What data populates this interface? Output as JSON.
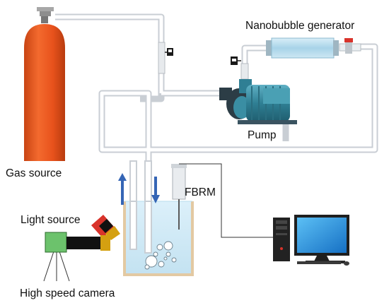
{
  "labels": {
    "gas_source": "Gas source",
    "nanobubble_generator": "Nanobubble generator",
    "pump": "Pump",
    "fbrm": "FBRM",
    "light_source": "Light source",
    "high_speed_camera": "High speed camera"
  },
  "colors": {
    "gas_cylinder": "#e8521c",
    "pipe_stroke": "#c9ced4",
    "pipe_fill": "#ffffff",
    "pump_body": "#3a8ea3",
    "generator_tube": "#b9dced",
    "valve_red": "#d9332b",
    "tank_water": "#cfe7f3",
    "tank_wall": "#e3c9a2",
    "flow_arrow": "#3565b5",
    "camera_body": "#6cc26c",
    "light_source_red": "#d9332b",
    "monitor_screen": "#1e8fdb",
    "computer_case": "#222222"
  },
  "icons": {
    "flowmeter": "flowmeter-icon",
    "valve": "valve-icon",
    "computer": "computer-icon"
  }
}
